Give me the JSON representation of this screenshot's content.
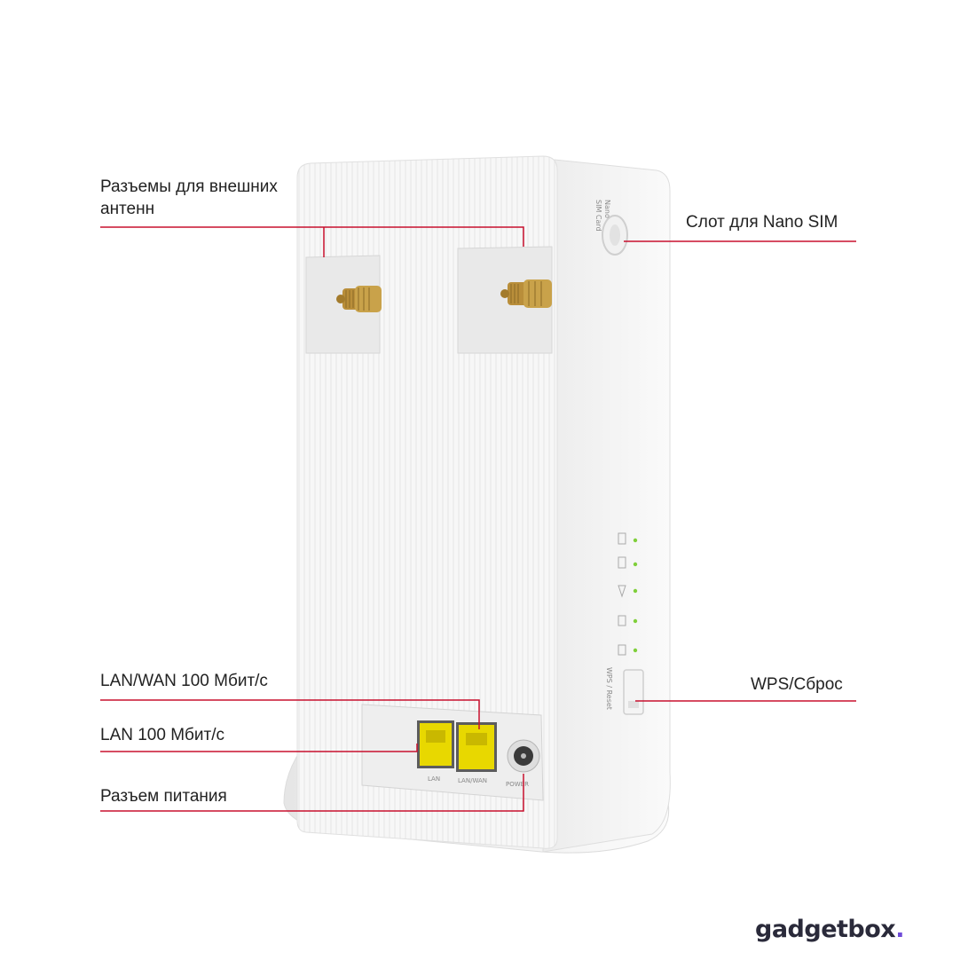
{
  "callouts": {
    "antenna_ports": [
      "Разъемы для внешних",
      "антенн"
    ],
    "sim_slot": "Слот для Nano SIM",
    "lan_wan": "LAN/WAN 100 Мбит/с",
    "lan": "LAN 100 Мбит/с",
    "power_jack": "Разъем питания",
    "wps_reset": "WPS/Сброс"
  },
  "device_labels": {
    "sim_card": "SIM Card",
    "nano": "Nano",
    "wps_reset": "WPS / Reset",
    "lan": "LAN",
    "lan_wan": "LAN/WAN",
    "power": "POWER"
  },
  "brand": {
    "part1": "gadget",
    "part2": "box",
    "dot": "."
  },
  "colors": {
    "leader_line": "#c8102e",
    "ethernet_port": "#e8d800",
    "antenna_connector": "#c9a24a",
    "brand_dot": "#6f4bd8"
  }
}
